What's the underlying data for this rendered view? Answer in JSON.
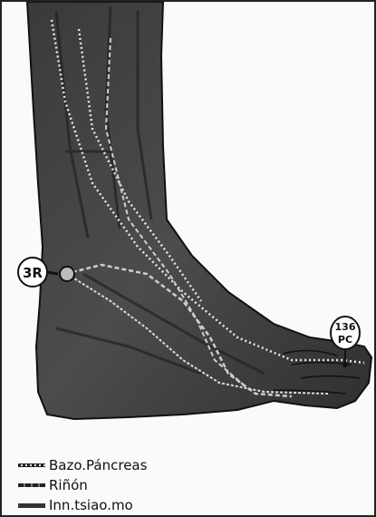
{
  "figure": {
    "points": [
      {
        "id": "3R",
        "text": "3R"
      },
      {
        "id": "136PC",
        "text_top": "136",
        "text_bottom": "PC"
      }
    ]
  },
  "legend": {
    "items": [
      {
        "label": "Bazo.Páncreas",
        "style": "dotted"
      },
      {
        "label": "Riñón",
        "style": "dashed"
      },
      {
        "label": "Inn.tsiao.mo",
        "style": "solid"
      }
    ]
  }
}
